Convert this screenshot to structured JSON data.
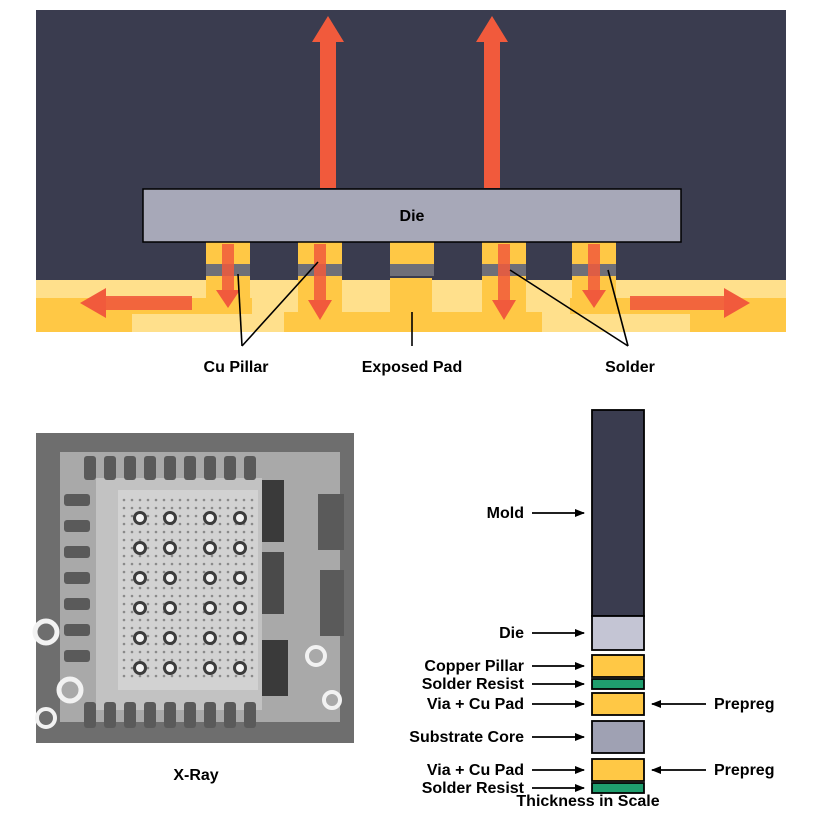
{
  "colors": {
    "mold": "#3a3c4f",
    "die": "#a7a8b8",
    "die_light": "#c4c5d4",
    "substrate_core": "#9fa1b3",
    "gold": "#ffc845",
    "gold_light": "#ffe08c",
    "solder": "#6f6f78",
    "arrow": "#f15a3c",
    "solder_resist": "#1f9e6e",
    "text": "#000000"
  },
  "cross_section": {
    "die_label": "Die",
    "cu_pillar_label": "Cu Pillar",
    "exposed_pad_label": "Exposed Pad",
    "solder_label": "Solder"
  },
  "xray": {
    "caption": "X-Ray"
  },
  "stack": {
    "caption": "Thickness in Scale",
    "layers": [
      {
        "label": "Mold",
        "color": "#3a3c4f"
      },
      {
        "label": "Die",
        "color": "#c4c5d4"
      },
      {
        "label": "Copper Pillar",
        "color": "#ffc845"
      },
      {
        "label": "Solder Resist",
        "color": "#1f9e6e"
      },
      {
        "label": "Via + Cu Pad",
        "color": "#ffc845",
        "side_label": "Prepreg"
      },
      {
        "label": "Substrate Core",
        "color": "#9fa1b3"
      },
      {
        "label": "Via + Cu Pad",
        "color": "#ffc845",
        "side_label": "Prepreg"
      },
      {
        "label": "Solder Resist",
        "color": "#1f9e6e"
      }
    ]
  }
}
